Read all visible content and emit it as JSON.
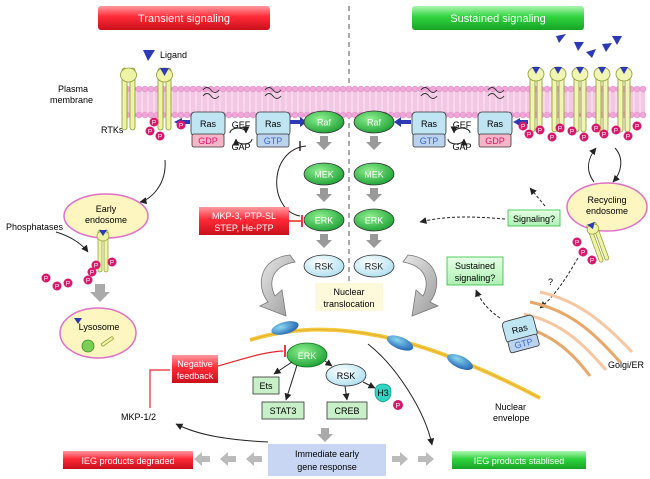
{
  "headers": {
    "transient": "Transient signaling",
    "sustained": "Sustained signaling"
  },
  "labels": {
    "ligand": "Ligand",
    "plasma_membrane_line1": "Plasma",
    "plasma_membrane_line2": "membrane",
    "rtks": "RTKs",
    "early_endosome_line1": "Early",
    "early_endosome_line2": "endosome",
    "phosphatases": "Phosphatases",
    "lysosome": "Lysosome",
    "recycling_endosome_line1": "Recycling",
    "recycling_endosome_line2": "endosome",
    "golgi_er": "Golgi/ER",
    "nuclear_translocation_line1": "Nuclear",
    "nuclear_translocation_line2": "translocation",
    "nuclear_envelope_line1": "Nuclear",
    "nuclear_envelope_line2": "envelope",
    "mkp12": "MKP-1/2",
    "question_mark": "?"
  },
  "proteins": {
    "ras": "Ras",
    "gdp": "GDP",
    "gtp": "GTP",
    "gef": "GEF",
    "gap": "GAP",
    "raf": "Raf",
    "mek": "MEK",
    "erk": "ERK",
    "rsk": "RSK",
    "ets": "Ets",
    "stat3": "STAT3",
    "creb": "CREB",
    "h3": "H3",
    "p": "P"
  },
  "boxes": {
    "phosphatases_line1": "MKP-3, PTP-SL",
    "phosphatases_line2": "STEP, He-PTP",
    "signaling_q": "Signaling?",
    "sustained_q_line1": "Sustained",
    "sustained_q_line2": "signaling?",
    "negative_feedback_line1": "Negative",
    "negative_feedback_line2": "feedback",
    "ieg_response_line1": "Immediate early",
    "ieg_response_line2": "gene response",
    "ieg_degraded": "IEG products degraded",
    "ieg_stabilised": "IEG products stablised"
  },
  "colors": {
    "transient_red": "#e8262b",
    "sustained_green": "#22c832",
    "erk_green": "#1aa63a",
    "membrane_pink": "#f0a6d8",
    "phospho_magenta": "#d8186a",
    "ras_box": "#bfe4f2",
    "gdp_box": "#f7b6c7",
    "gtp_box": "#bcd3ef",
    "response_box": "#c8d6f4",
    "endosome_fill": "#fdf6c0",
    "nucleus_yellow": "#f5c842",
    "receptor_fill": "#f1f5b4",
    "ligand_blue": "#2e3ab5"
  }
}
